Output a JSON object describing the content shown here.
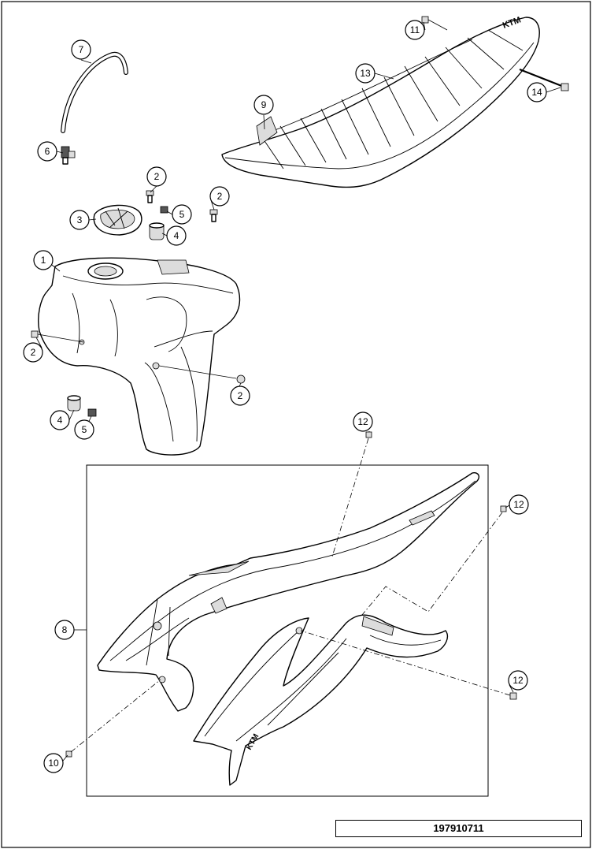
{
  "drawing_number": "197910711",
  "callouts": {
    "c1": "1",
    "c2a": "2",
    "c2b": "2",
    "c2c": "2",
    "c2d": "2",
    "c3": "3",
    "c4a": "4",
    "c4b": "4",
    "c5a": "5",
    "c5b": "5",
    "c6": "6",
    "c7": "7",
    "c8": "8",
    "c9": "9",
    "c10": "10",
    "c11": "11",
    "c12a": "12",
    "c12b": "12",
    "c12c": "12",
    "c13": "13",
    "c14": "14"
  },
  "logos": {
    "seat": "KTM",
    "shroud": "KTM"
  }
}
